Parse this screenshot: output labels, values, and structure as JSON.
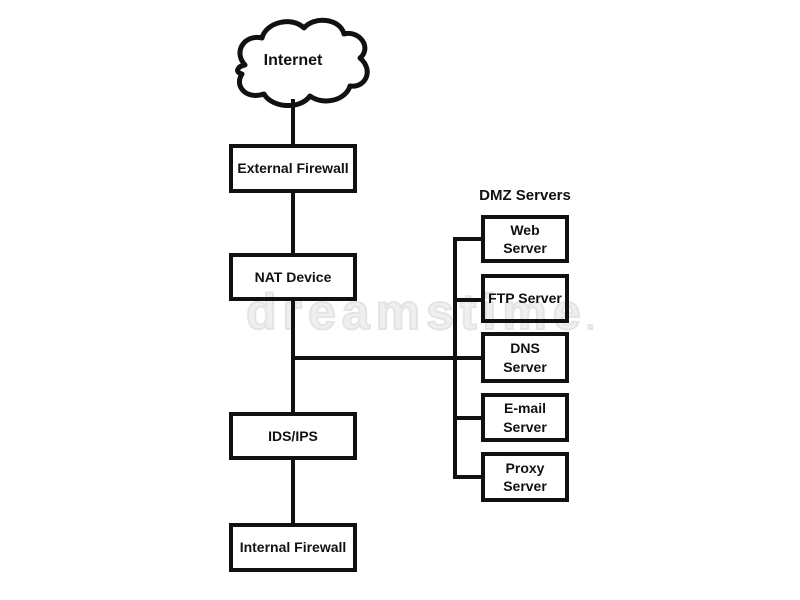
{
  "page": {
    "background": "#ffffff"
  },
  "watermark": {
    "text": "dreamstime",
    "suffix": "."
  },
  "diagram": {
    "internet_label": "Internet",
    "boxes": {
      "external_firewall": "External Firewall",
      "nat_device": "NAT Device",
      "ids_ips": "IDS/IPS",
      "internal_firewall": "Internal Firewall"
    },
    "dmz": {
      "title": "DMZ Servers",
      "servers": [
        "Web Server",
        "FTP Server",
        "DNS Server",
        "E-mail Server",
        "Proxy Server"
      ]
    },
    "colors": {
      "line": "#111111",
      "text": "#111111",
      "watermark_outline": "#e4e4e4",
      "background": "#ffffff"
    }
  }
}
